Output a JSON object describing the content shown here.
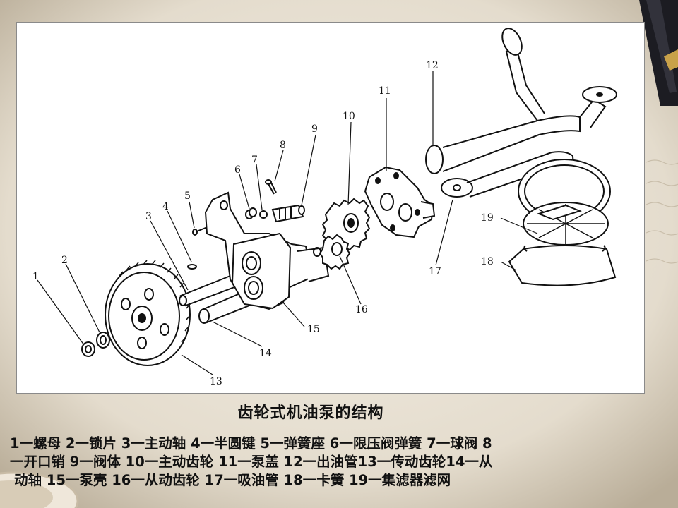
{
  "caption": {
    "title": "齿轮式机油泵的结构",
    "legend_lines": [
      "1一螺母  2一锁片  3一主动轴  4一半圆键  5一弹簧座  6一限压阀弹簧  7一球阀 8",
      "一开口销  9一阀体  10一主动齿轮  11一泵盖 12一出油管13一传动齿轮14一从",
      "动轴  15一泵壳  16一从动齿轮  17一吸油管 18一卡簧  19一集滤器滤网"
    ]
  },
  "callouts": [
    "1",
    "2",
    "3",
    "4",
    "5",
    "6",
    "7",
    "8",
    "9",
    "10",
    "11",
    "12",
    "13",
    "14",
    "15",
    "16",
    "17",
    "18",
    "19"
  ],
  "parts": [
    {
      "number": "1",
      "name": "螺母"
    },
    {
      "number": "2",
      "name": "锁片"
    },
    {
      "number": "3",
      "name": "主动轴"
    },
    {
      "number": "4",
      "name": "半圆键"
    },
    {
      "number": "5",
      "name": "弹簧座"
    },
    {
      "number": "6",
      "name": "限压阀弹簧"
    },
    {
      "number": "7",
      "name": "球阀"
    },
    {
      "number": "8",
      "name": "开口销"
    },
    {
      "number": "9",
      "name": "阀体"
    },
    {
      "number": "10",
      "name": "主动齿轮"
    },
    {
      "number": "11",
      "name": "泵盖"
    },
    {
      "number": "12",
      "name": "出油管"
    },
    {
      "number": "13",
      "name": "传动齿轮"
    },
    {
      "number": "14",
      "name": "从动轴"
    },
    {
      "number": "15",
      "name": "泵壳"
    },
    {
      "number": "16",
      "name": "从动齿轮"
    },
    {
      "number": "17",
      "name": "吸油管"
    },
    {
      "number": "18",
      "name": "卡簧"
    },
    {
      "number": "19",
      "name": "集滤器滤网"
    }
  ]
}
